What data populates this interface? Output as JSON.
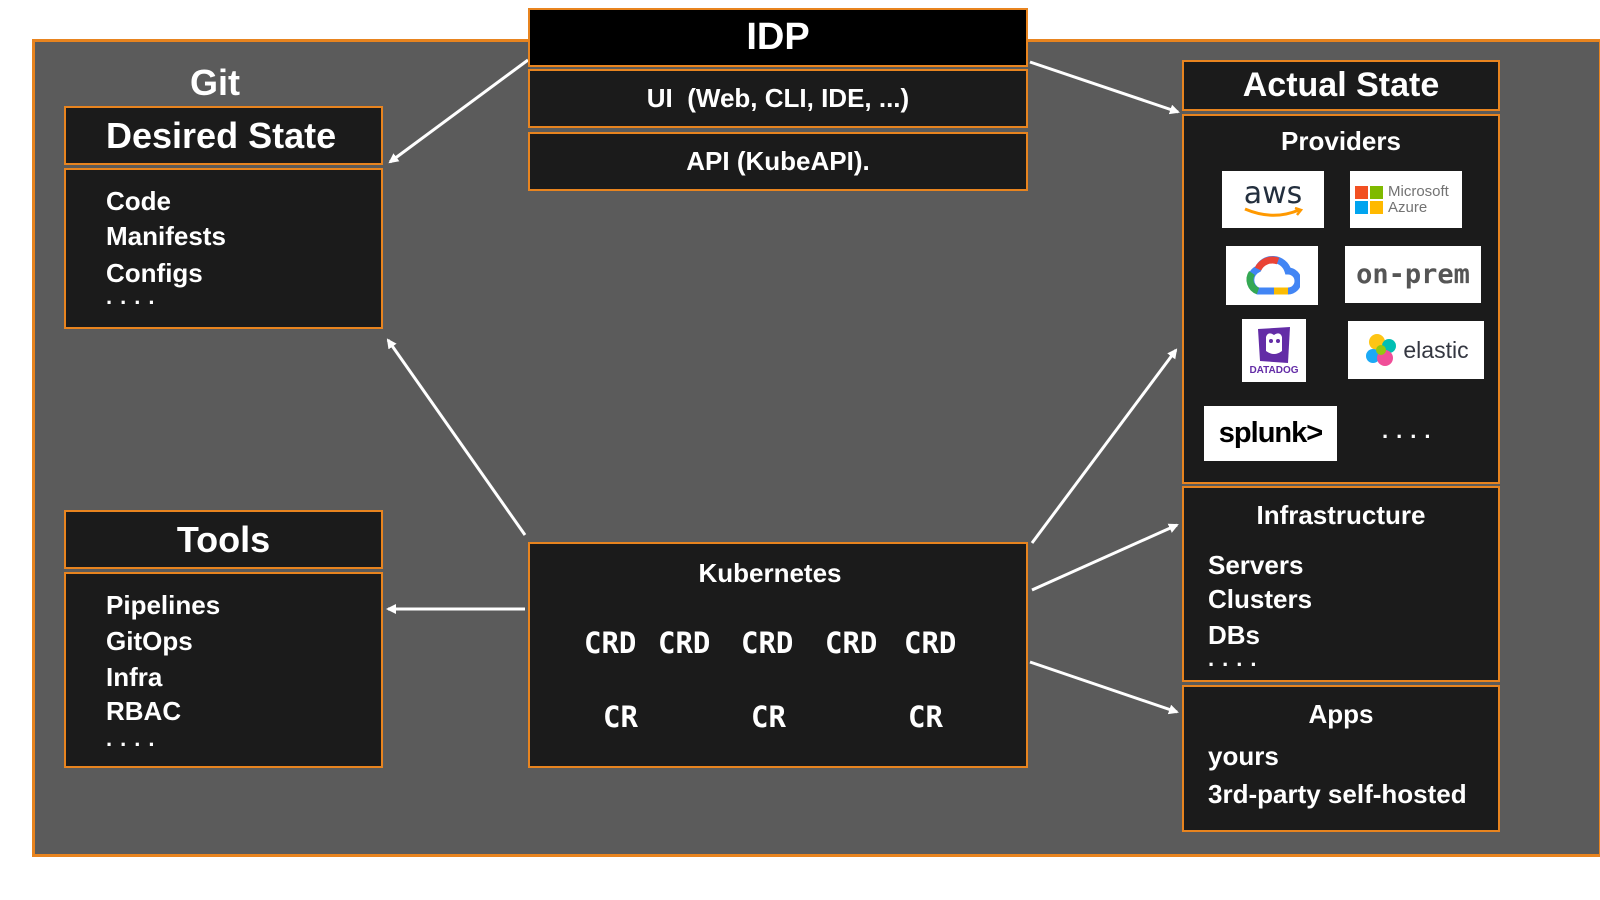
{
  "idp": {
    "title": "IDP",
    "ui": "UI  (Web, CLI, IDE, ...)",
    "api": "API (KubeAPI)."
  },
  "git": {
    "label": "Git",
    "title": "Desired State",
    "items": [
      "Code",
      "Manifests",
      "Configs"
    ],
    "more": "...."
  },
  "tools": {
    "title": "Tools",
    "items": [
      "Pipelines",
      "GitOps",
      "Infra",
      "RBAC"
    ],
    "more": "...."
  },
  "kubernetes": {
    "title": "Kubernetes",
    "crd": [
      "CRD",
      "CRD",
      "CRD",
      "CRD",
      "CRD"
    ],
    "cr": [
      "CR",
      "CR",
      "CR"
    ]
  },
  "actual_state": {
    "title": "Actual State",
    "providers": {
      "title": "Providers",
      "logos": {
        "aws": "aws",
        "azure_line1": "Microsoft",
        "azure_line2": "Azure",
        "on_prem": "on-prem",
        "datadog": "DATADOG",
        "elastic": "elastic",
        "splunk": "splunk>"
      },
      "more": "...."
    },
    "infrastructure": {
      "title": "Infrastructure",
      "items": [
        "Servers",
        "Clusters",
        "DBs"
      ],
      "more": "...."
    },
    "apps": {
      "title": "Apps",
      "items": [
        "yours",
        "3rd-party self-hosted"
      ]
    }
  },
  "colors": {
    "accent": "#e8841f",
    "box": "#1b1b1b",
    "canvas": "#5b5b5b"
  }
}
